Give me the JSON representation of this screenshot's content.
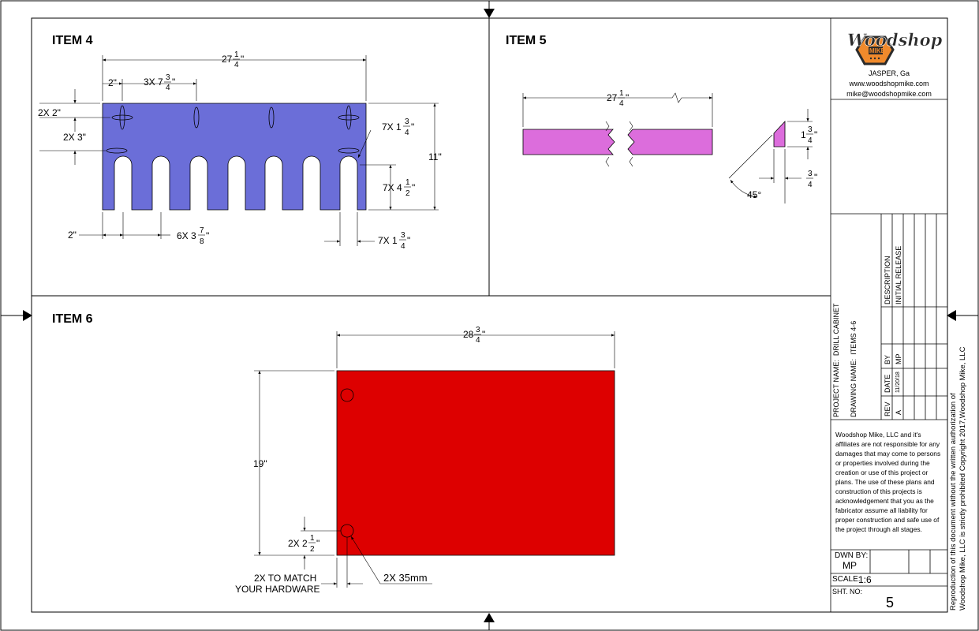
{
  "items": {
    "item4": {
      "title": "ITEM 4",
      "dims": {
        "overall_width_whole": "27",
        "overall_width_num": "1",
        "overall_width_den": "4",
        "left_margin": "2\"",
        "spacing_prefix": "3X 7",
        "spacing_num": "3",
        "spacing_den": "4",
        "edge_top": "2X 2\"",
        "edge_second": "2X 3\"",
        "height": "11\"",
        "slot_width_prefix": "7X 1",
        "slot_width_num": "3",
        "slot_width_den": "4",
        "slot_depth_prefix": "7X 4",
        "slot_depth_num": "1",
        "slot_depth_den": "2",
        "bottom_margin": "2\"",
        "slot_spacing_prefix": "6X 3",
        "slot_spacing_num": "7",
        "slot_spacing_den": "8",
        "bottom_slot_prefix": "7X 1",
        "bottom_slot_num": "3",
        "bottom_slot_den": "4"
      },
      "fill_color": "#6b6ed8"
    },
    "item5": {
      "title": "ITEM 5",
      "dims": {
        "length_whole": "27",
        "length_num": "1",
        "length_den": "4",
        "height_whole": "1",
        "height_num": "3",
        "height_den": "4",
        "thick_num": "3",
        "thick_den": "4",
        "angle": "45°"
      },
      "fill_color": "#dc6ddc"
    },
    "item6": {
      "title": "ITEM 6",
      "dims": {
        "width_whole": "28",
        "width_num": "3",
        "width_den": "4",
        "height": "19\"",
        "hole_offset_prefix": "2X 2",
        "hole_offset_num": "1",
        "hole_offset_den": "2",
        "match_line1": "2X TO MATCH",
        "match_line2": "YOUR HARDWARE",
        "hole_dia": "2X 35mm"
      },
      "fill_color": "#dd0000"
    }
  },
  "inch_mark": "\"",
  "title_block": {
    "logo_word": "Woodshop",
    "logo_sub": "MIKE",
    "location": "JASPER, Ga",
    "website": "www.woodshopmike.com",
    "email": "mike@woodshopmike.com",
    "project_name_label": "PROJECT NAME:",
    "project_name": "DRILL CABINET",
    "drawing_name_label": "DRAWING NAME:",
    "drawing_name": "ITEMS 4-6",
    "rev_headers": {
      "rev": "REV",
      "date": "DATE",
      "by": "BY",
      "description": "DESCRIPTION"
    },
    "rev_row": {
      "rev": "A",
      "date": "11/20/18",
      "by": "MP",
      "description": "INITIAL RELEASE"
    },
    "disclaimer": "Woodshop Mike, LLC and it's affiliates are not responsible for any damages that may come to persons or properties involved during the creation or use of this project or plans.  The use of these plans and construction of this projects is acknowledgement that you as the fabricator assume all liability for proper construction and safe use of the project through all stages.",
    "drawn_by_label": "DWN BY:",
    "drawn_by": "MP",
    "scale_label": "SCALE:",
    "scale": "1:6",
    "sheet_label": "SHT. NO:",
    "sheet": "5",
    "copyright_line1": "Reproduction of this document without the written authorization of",
    "copyright_line2": "Woodshop Mike, LLC is strictly prohibited Copyright 2017,Woodshop Mike, LLC"
  },
  "colors": {
    "line": "#000000",
    "logo_orange": "#f08a2c",
    "logo_dark": "#2b2b2b"
  }
}
